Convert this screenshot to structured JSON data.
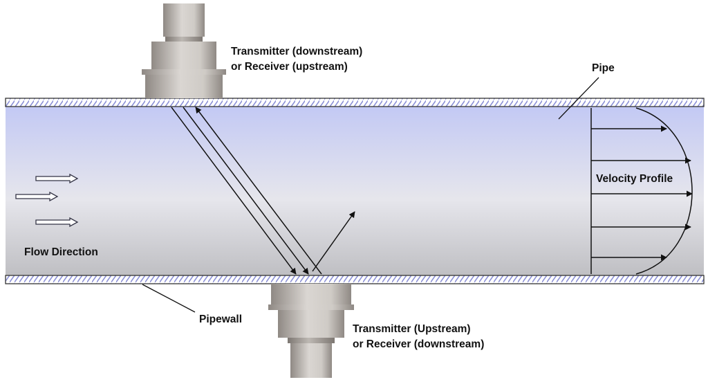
{
  "labels": {
    "top_transducer_line1": "Transmitter (downstream)",
    "top_transducer_line2": "or Receiver (upstream)",
    "bottom_transducer_line1": "Transmitter (Upstream)",
    "bottom_transducer_line2": "or Receiver (downstream)",
    "pipe": "Pipe",
    "pipewall": "Pipewall",
    "velocity_profile": "Velocity Profile",
    "flow_direction": "Flow Direction"
  },
  "colors": {
    "fluid_top": "#c3c9f4",
    "fluid_mid": "#e6e6ec",
    "fluid_bottom": "#bfbfc3",
    "wall_hatch": "#8a8fd6",
    "transducer_light": "#dad6d2",
    "transducer_dark": "#8f8984",
    "ink": "#111111"
  },
  "icons": {
    "flow_arrows": "hollow-right-arrow",
    "profile_arrows": "right-arrow"
  }
}
